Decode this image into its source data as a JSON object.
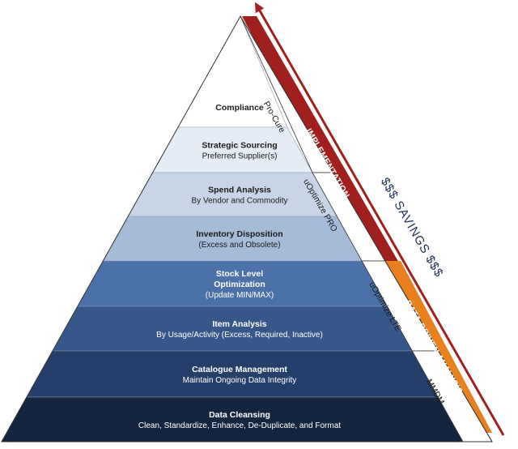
{
  "pyramid": {
    "levels": [
      {
        "title": "Compliance",
        "subtitle": ""
      },
      {
        "title": "Strategic Sourcing",
        "subtitle": "Preferred Supplier(s)"
      },
      {
        "title": "Spend Analysis",
        "subtitle": "By Vendor and Commodity"
      },
      {
        "title": "Inventory Disposition",
        "subtitle": "(Excess and Obsolete)"
      },
      {
        "title": "Stock Level",
        "title2": "Optimization",
        "subtitle": "(Update MIN/MAX)"
      },
      {
        "title": "Item Analysis",
        "subtitle": "By Usage/Activity (Excess, Required, Inactive)"
      },
      {
        "title": "Catalogue Management",
        "subtitle": "Maintain Ongoing Data Integrity"
      },
      {
        "title": "Data Cleansing",
        "subtitle": "Clean, Standardize, Enhance, De-Duplicate, and Format"
      }
    ],
    "colors": [
      "#ffffff",
      "#e6ecf5",
      "#c8d5e8",
      "#a5bcd9",
      "#4a72a8",
      "#35578a",
      "#243f69",
      "#142540"
    ]
  },
  "tools": [
    "Pro-Cure",
    "uOptimize PRO",
    "uOptimize LTE",
    "MMDM"
  ],
  "bands": {
    "implementation": {
      "label": "IMPLEMENTATION",
      "color": "#a11f1c"
    },
    "data_driven": {
      "label": "DATA-DRIVEN ANALYSIS",
      "color": "#e8801e"
    }
  },
  "savings": "$$$  SAVINGS  $$$",
  "arrow_color": "#a11f1c"
}
